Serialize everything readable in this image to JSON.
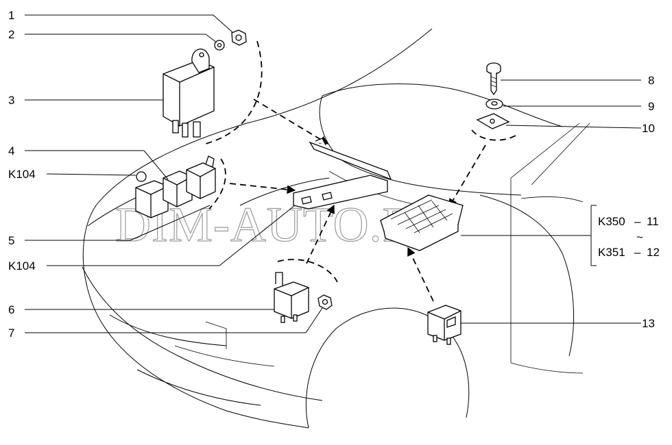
{
  "callouts": {
    "c1": "1",
    "c2": "2",
    "c3": "3",
    "c4": "4",
    "c5": "5",
    "c6": "6",
    "c7": "7",
    "c8": "8",
    "c9": "9",
    "c10": "10",
    "c13": "13",
    "k104_top": "K104",
    "k104_bottom": "K104",
    "k350": "K350",
    "k350_num": "11",
    "tilde": "~",
    "k351": "K351",
    "k351_num": "12",
    "dash_a": "–",
    "dash_b": "–"
  },
  "watermark": "DIM-AUTO.RU"
}
